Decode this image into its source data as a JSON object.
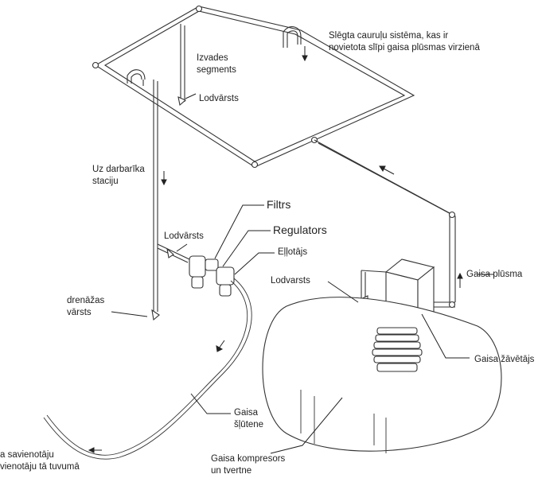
{
  "labels": {
    "pipe_system_line1": "Slēgta cauruļu sistēma, kas ir",
    "pipe_system_line2": "novietota slīpi gaisa plūsmas virzienā",
    "outlet_line1": "Izvades",
    "outlet_line2": "segments",
    "valve_top": "Lodvārsts",
    "to_station_line1": "Uz darbarīka",
    "to_station_line2": "staciju",
    "filter": "Filtrs",
    "regulator": "Regulators",
    "lubricator": "Eļļotājs",
    "valve_left": "Lodvārsts",
    "valve_right": "Lodvarsts",
    "drain_line1": "drenāžas",
    "drain_line2": "vārsts",
    "air_flow": "Gaisa plūsma",
    "air_dryer": "Gaisa žāvētājs",
    "hose_line1": "Gaisa",
    "hose_line2": "šļūtene",
    "connector_line1": "a savienotāju",
    "connector_line2": "vienotāju tā tuvumā",
    "compressor_line1": "Gaisa kompresors",
    "compressor_line2": "un tvertne"
  }
}
